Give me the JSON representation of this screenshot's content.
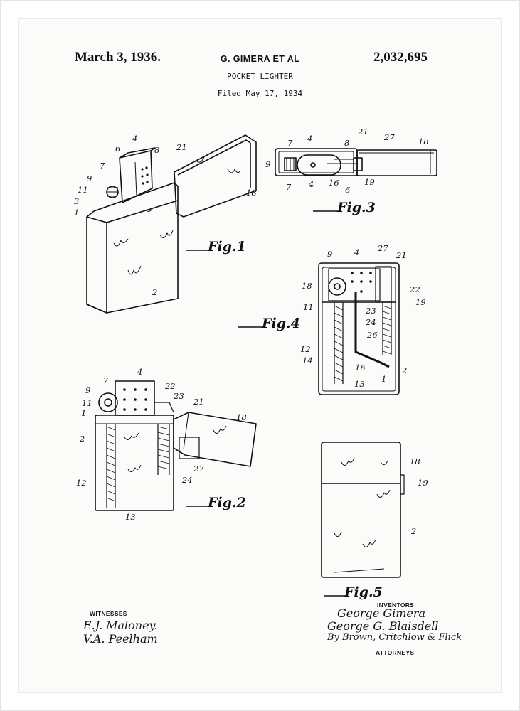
{
  "header": {
    "date": "March 3, 1936.",
    "inventors": "G. GIMERA ET AL",
    "title": "POCKET LIGHTER",
    "filed": "Filed May 17, 1934",
    "patent_number": "2,032,695"
  },
  "figures": {
    "fig1": "Fig.1",
    "fig2": "Fig.2",
    "fig3": "Fig.3",
    "fig4": "Fig.4",
    "fig5": "Fig.5"
  },
  "references": {
    "fig1": [
      "4",
      "6",
      "8",
      "21",
      "7",
      "9",
      "11",
      "3",
      "1",
      "18",
      "2"
    ],
    "fig3": [
      "7",
      "4",
      "21",
      "27",
      "8",
      "18",
      "9",
      "7",
      "4",
      "16",
      "6",
      "19"
    ],
    "fig4": [
      "9",
      "4",
      "27",
      "21",
      "18",
      "22",
      "11",
      "23",
      "19",
      "24",
      "26",
      "12",
      "14",
      "16",
      "2",
      "13",
      "1"
    ],
    "fig2": [
      "7",
      "4",
      "22",
      "9",
      "11",
      "23",
      "21",
      "1",
      "18",
      "2",
      "27",
      "24",
      "12",
      "13"
    ],
    "fig5": [
      "18",
      "19",
      "2"
    ]
  },
  "footer": {
    "witnesses_label": "WITNESSES",
    "witness_1": "E.J. Maloney.",
    "witness_2": "V.A. Peelham",
    "inventors_label": "INVENTORS",
    "inventor_1": "George Gimera",
    "inventor_2": "George G. Blaisdell",
    "attorney_sig": "By Brown, Critchlow & Flick",
    "attorneys_label": "ATTORNEYS"
  }
}
